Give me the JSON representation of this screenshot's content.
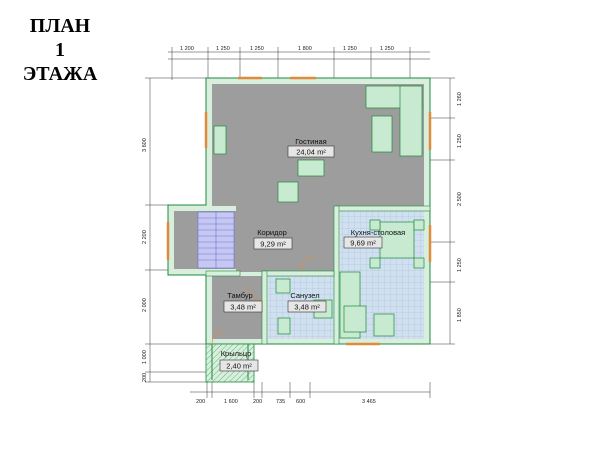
{
  "title": {
    "line1": "ПЛАН",
    "line2": "1",
    "line3": "ЭТАЖА"
  },
  "colors": {
    "wall_border": "#1d8a3c",
    "wall_fill": "#d9efdd",
    "floor": "#9d9d9d",
    "tile": "#cfe0f0",
    "window": "#e08a3c"
  },
  "rooms": [
    {
      "id": "living",
      "name": "Гостиная",
      "area": "24,04",
      "unit": "m²"
    },
    {
      "id": "corridor",
      "name": "Коридор",
      "area": "9,29",
      "unit": "m²"
    },
    {
      "id": "kitchen",
      "name": "Кухня-столовая",
      "area": "9,69",
      "unit": "m²"
    },
    {
      "id": "vestibule",
      "name": "Тамбур",
      "area": "3,48",
      "unit": "m²"
    },
    {
      "id": "bathroom",
      "name": "Санузел",
      "area": "3,48",
      "unit": "m²"
    },
    {
      "id": "porch",
      "name": "Крыльцо",
      "area": "2,40",
      "unit": "m²"
    }
  ],
  "dimensions": {
    "top": [
      "1 200",
      "1 250",
      "1 250",
      "1 800",
      "1 250",
      "1 250"
    ],
    "left": [
      "3 600",
      "2 200",
      "2 000",
      "1 000",
      "200"
    ],
    "right": [
      "1 260",
      "1 250",
      "2 500",
      "1 250",
      "1 850"
    ],
    "bottom": [
      "200",
      "1 600",
      "200",
      "735",
      "600",
      "3 465"
    ]
  }
}
